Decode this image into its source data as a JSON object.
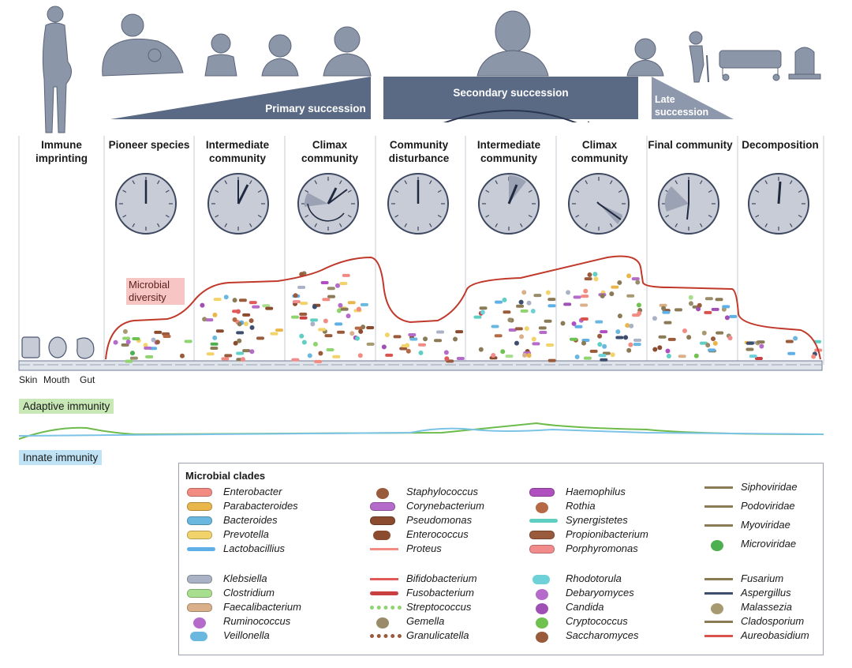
{
  "columns": [
    {
      "title": "Immune imprinting"
    },
    {
      "title": "Pioneer species"
    },
    {
      "title": "Intermediate community"
    },
    {
      "title": "Climax community"
    },
    {
      "title": "Community disturbance"
    },
    {
      "title": "Intermediate community"
    },
    {
      "title": "Climax community"
    },
    {
      "title": "Final community"
    },
    {
      "title": "Decomposition"
    }
  ],
  "succession": {
    "primary": "Primary succession",
    "secondary": "Secondary succession",
    "late": "Late succession"
  },
  "diversity_label": "Microbial diversity",
  "sites": [
    "Skin",
    "Mouth",
    "Gut"
  ],
  "immunity": {
    "adaptive": "Adaptive immunity",
    "innate": "Innate immunity"
  },
  "colors": {
    "steel": "#5a6a85",
    "clock": "#c8ccd6",
    "diversity": "#c0392b",
    "adaptive": "#6dbb4a",
    "innate": "#7cc3e8"
  },
  "legend": {
    "title": "Microbial clades",
    "items": [
      {
        "name": "Enterobacter",
        "color": "#f28b82",
        "shape": "rod"
      },
      {
        "name": "Parabacteroides",
        "color": "#e8b64a",
        "shape": "rod"
      },
      {
        "name": "Bacteroides",
        "color": "#6ab8e0",
        "shape": "rod"
      },
      {
        "name": "Prevotella",
        "color": "#f2d36b",
        "shape": "rod"
      },
      {
        "name": "Lactobacillius",
        "color": "#5fb0e6",
        "shape": "thin"
      },
      {
        "name": "Klebsiella",
        "color": "#aab3c5",
        "shape": "rod"
      },
      {
        "name": "Clostridium",
        "color": "#a8df8e",
        "shape": "rod"
      },
      {
        "name": "Faecalibacterium",
        "color": "#d9b089",
        "shape": "rod"
      },
      {
        "name": "Ruminococcus",
        "color": "#b46bc9",
        "shape": "cluster"
      },
      {
        "name": "Veillonella",
        "color": "#6ab8e0",
        "shape": "pair"
      },
      {
        "name": "Staphylococcus",
        "color": "#9a5a3c",
        "shape": "cluster"
      },
      {
        "name": "Corynebacterium",
        "color": "#b46bc9",
        "shape": "rod"
      },
      {
        "name": "Pseudomonas",
        "color": "#8a4b2e",
        "shape": "rod"
      },
      {
        "name": "Enterococcus",
        "color": "#8a4b2e",
        "shape": "pair"
      },
      {
        "name": "Proteus",
        "color": "#f28b82",
        "shape": "wave"
      },
      {
        "name": "Bifidobacterium",
        "color": "#e05a5a",
        "shape": "y"
      },
      {
        "name": "Fusobacterium",
        "color": "#c94040",
        "shape": "thin"
      },
      {
        "name": "Streptococcus",
        "color": "#8fd46f",
        "shape": "chain"
      },
      {
        "name": "Gemella",
        "color": "#9a8c6a",
        "shape": "cluster"
      },
      {
        "name": "Granulicatella",
        "color": "#9a5a3c",
        "shape": "chain"
      },
      {
        "name": "Haemophilus",
        "color": "#b04fc0",
        "shape": "rod"
      },
      {
        "name": "Rothia",
        "color": "#b56a45",
        "shape": "cluster"
      },
      {
        "name": "Synergistetes",
        "color": "#5fcfc4",
        "shape": "thin"
      },
      {
        "name": "Propionibacterium",
        "color": "#9a5a3c",
        "shape": "rod"
      },
      {
        "name": "Porphyromonas",
        "color": "#f28b8b",
        "shape": "rod"
      },
      {
        "name": "Rhodotorula",
        "color": "#6fd1d8",
        "shape": "pair"
      },
      {
        "name": "Debaryomyces",
        "color": "#b46bc9",
        "shape": "oval"
      },
      {
        "name": "Candida",
        "color": "#a04fb5",
        "shape": "oval"
      },
      {
        "name": "Cryptococcus",
        "color": "#6fc24f",
        "shape": "oval"
      },
      {
        "name": "Saccharomyces",
        "color": "#9a5a3c",
        "shape": "oval"
      },
      {
        "name": "Siphoviridae",
        "color": "#8a7a55",
        "shape": "phage"
      },
      {
        "name": "Podoviridae",
        "color": "#8a7a55",
        "shape": "phage"
      },
      {
        "name": "Myoviridae",
        "color": "#8a7a55",
        "shape": "phage"
      },
      {
        "name": "Microviridae",
        "color": "#4caf50",
        "shape": "hex"
      },
      {
        "name": "Fusarium",
        "color": "#8a7a55",
        "shape": "fungus"
      },
      {
        "name": "Aspergillus",
        "color": "#3d4e6e",
        "shape": "star"
      },
      {
        "name": "Malassezia",
        "color": "#a89a70",
        "shape": "oval"
      },
      {
        "name": "Cladosporium",
        "color": "#8a7a55",
        "shape": "fungus"
      },
      {
        "name": "Aureobasidium",
        "color": "#d9534f",
        "shape": "fungus"
      }
    ]
  }
}
